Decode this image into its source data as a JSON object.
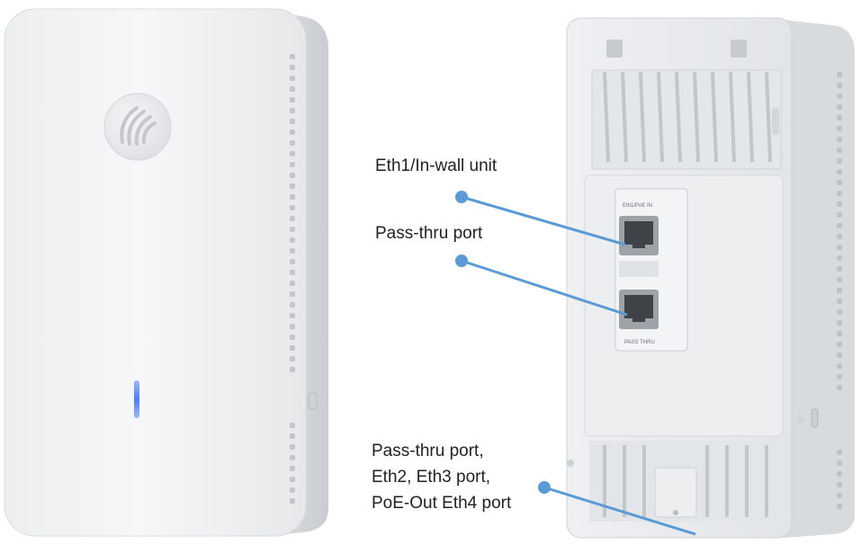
{
  "callouts": {
    "eth1": "Eth1/In-wall unit",
    "passthru": "Pass-thru port",
    "bottom_line1": "Pass-thru port,",
    "bottom_line2": "Eth2, Eth3 port,",
    "bottom_line3": "PoE-Out Eth4 port"
  },
  "device_back": {
    "top_port_label": "Eth1/PoE IN",
    "bottom_port_label": "PASS THRU"
  },
  "colors": {
    "callout_line": "#5b9bd5",
    "led": "#5a86ff",
    "device_body": "#f3f4f5"
  }
}
